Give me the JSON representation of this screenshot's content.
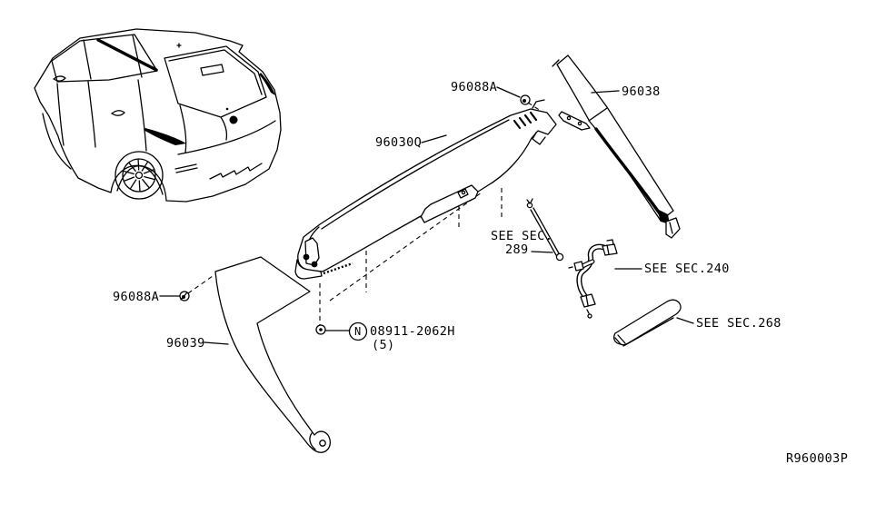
{
  "colors": {
    "ink": "#000000",
    "background": "#ffffff"
  },
  "callouts": {
    "clip_top": "96088A",
    "clip_left": "96088A",
    "spoiler_assembly": "96030Q",
    "side_spoiler_right": "96038",
    "side_spoiler_left": "96039",
    "fastener": {
      "symbol": "N",
      "part_number": "08911-2062H",
      "quantity": "(5)"
    },
    "cross_references": {
      "sec_289_line1": "SEE SEC.",
      "sec_289_line2": "289",
      "sec_240": "SEE SEC.240",
      "sec_268": "SEE SEC.268"
    },
    "drawing_code": "R960003P"
  }
}
